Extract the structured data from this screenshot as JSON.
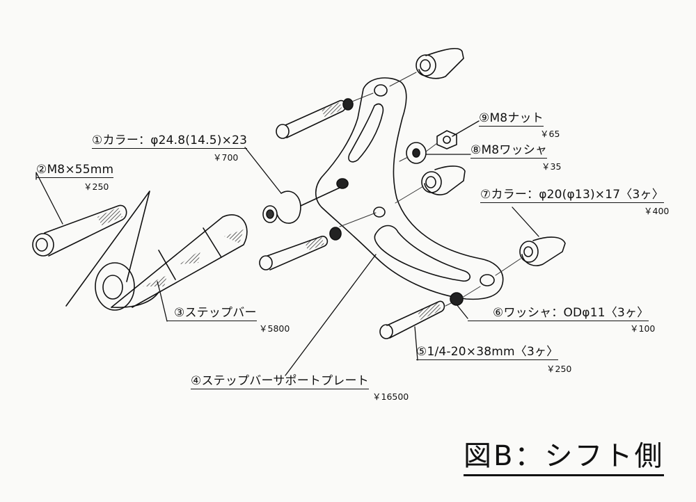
{
  "diagram": {
    "title": "図B：シフト側",
    "parts": [
      {
        "id": "1",
        "label": "①カラー：φ24.8(14.5)×23",
        "price": "￥700"
      },
      {
        "id": "2",
        "label": "②M8×55mm",
        "price": "￥250"
      },
      {
        "id": "3",
        "label": "③ステップバー",
        "price": "￥5800"
      },
      {
        "id": "4",
        "label": "④ステップバーサポートプレート",
        "price": "￥16500"
      },
      {
        "id": "5",
        "label": "⑤1/4-20×38mm〈3ヶ〉",
        "price": "￥250"
      },
      {
        "id": "6",
        "label": "⑥ワッシャ：ODφ11〈3ヶ〉",
        "price": "￥100"
      },
      {
        "id": "7",
        "label": "⑦カラー：φ20(φ13)×17〈3ヶ〉",
        "price": "￥400"
      },
      {
        "id": "8",
        "label": "⑧M8ワッシャ",
        "price": "￥35"
      },
      {
        "id": "9",
        "label": "⑨M8ナット",
        "price": "￥65"
      }
    ]
  }
}
